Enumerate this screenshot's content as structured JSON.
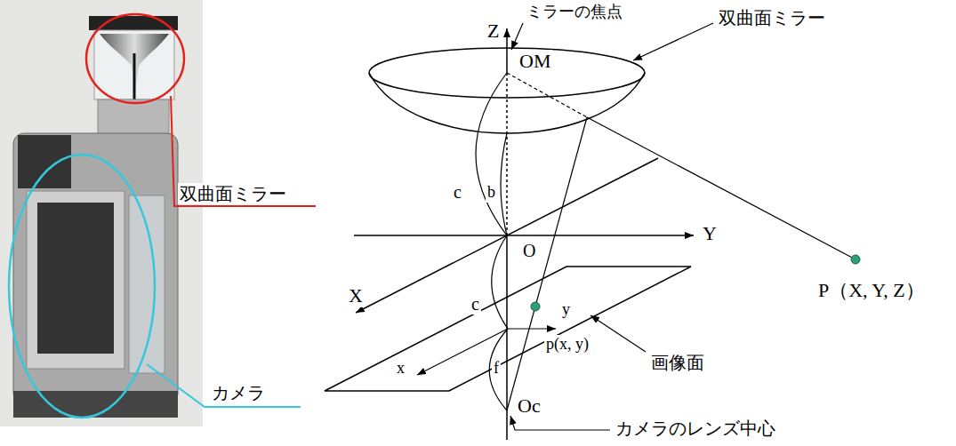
{
  "diagram": {
    "labels": [
      "ミラーの焦点",
      "Z",
      "双曲面ミラー",
      "OM",
      "双曲面ミラー",
      "c",
      "b",
      "Y",
      "O",
      "X",
      "x",
      "c",
      "y",
      "p(x, y)",
      "f",
      "画像面",
      "Oc",
      "カメラのレンズ中心",
      "P（X, Y, Z）",
      "カメラ"
    ]
  }
}
